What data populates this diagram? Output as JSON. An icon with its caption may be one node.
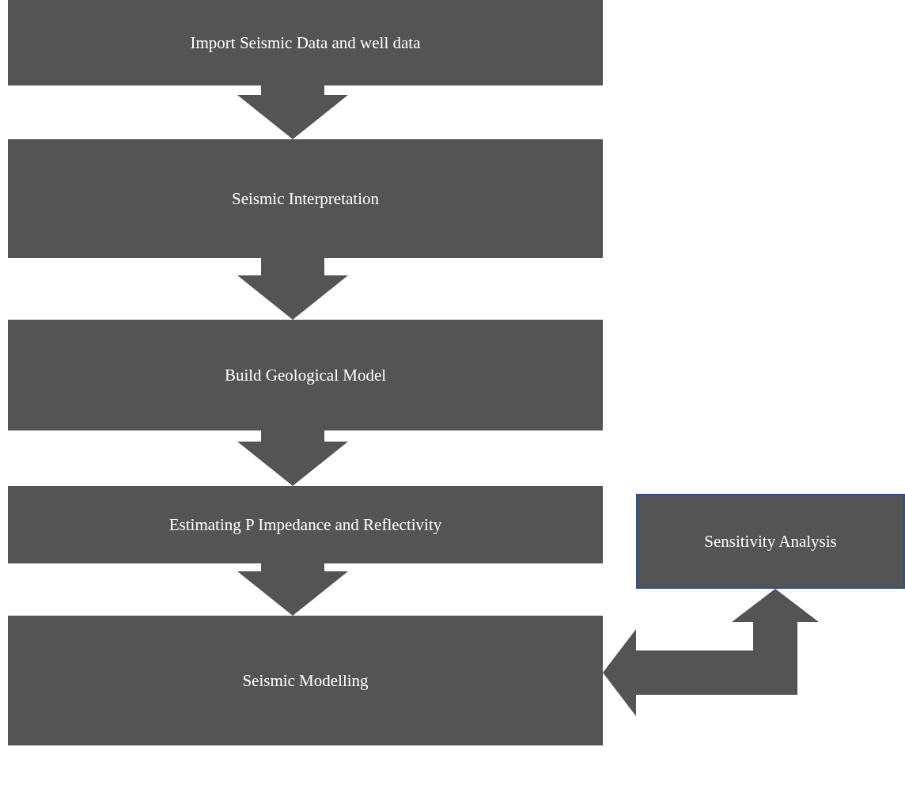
{
  "diagram": {
    "nodes": [
      {
        "text": [
          "Import Seismic Data and well data"
        ]
      },
      {
        "text": [
          "Seismic Interpretation"
        ]
      },
      {
        "text": [
          "Build Geological Model"
        ]
      },
      {
        "text": [
          "Estimating P Impedance and Reflectivity"
        ]
      },
      {
        "text": [
          "Seismic Modelling"
        ]
      },
      {
        "text": [
          "Sensitivity Analysis"
        ]
      }
    ],
    "edges": [
      {
        "from": 0,
        "to": 1,
        "arrow": "to"
      },
      {
        "from": 1,
        "to": 2,
        "arrow": "to"
      },
      {
        "from": 2,
        "to": 3,
        "arrow": "to"
      },
      {
        "from": 3,
        "to": 4,
        "arrow": "to"
      },
      {
        "from": 5,
        "to": 4,
        "arrow": "both"
      }
    ]
  }
}
